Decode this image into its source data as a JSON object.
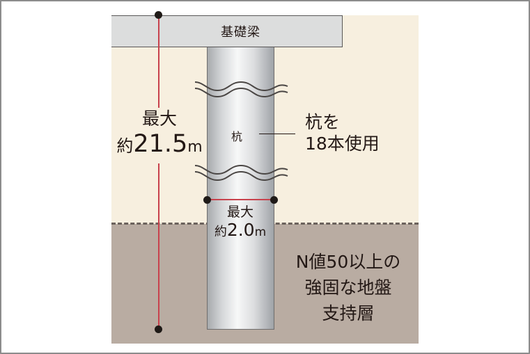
{
  "diagram": {
    "type": "pile-foundation-cross-section",
    "foundation_beam": {
      "label": "基礎梁"
    },
    "pile": {
      "label": "杭"
    },
    "pile_callout": {
      "line1": "杭を",
      "line2": "18本使用"
    },
    "pile_length": {
      "prefix": "最大",
      "approx": "約",
      "value": "21.5",
      "unit": "m"
    },
    "pile_diameter": {
      "prefix": "最大",
      "approx": "約",
      "value": "2.0",
      "unit": "m"
    },
    "bearing_layer": {
      "line1": "N値50以上の",
      "line2": "強固な地盤",
      "line3": "支持層"
    },
    "colors": {
      "upper_soil": "#f7efdf",
      "bearing_layer": "#b9aca2",
      "beam": "#dcdddd",
      "dimension_line": "#c8424d",
      "text": "#231815",
      "frame_border": "#8c8c8c"
    }
  }
}
